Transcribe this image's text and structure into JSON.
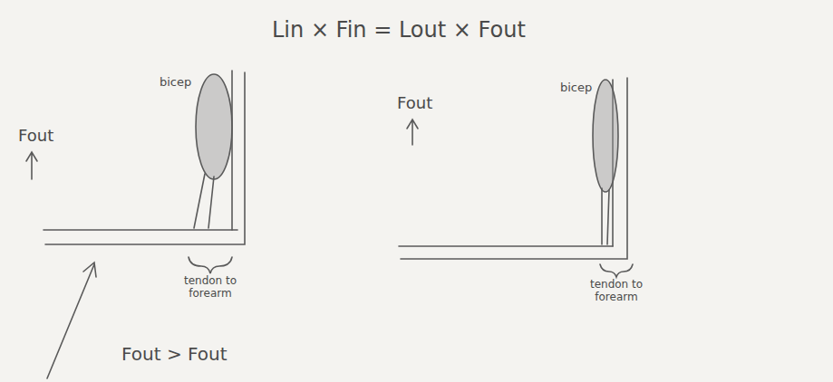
{
  "diagram": {
    "labels": [
      "Lin × Fin = Lout × Fout",
      "Fout",
      "bicep",
      "tendon to forearm",
      "Fout",
      "bicep",
      "tendon to forearm",
      "Fout > Fout"
    ]
  }
}
